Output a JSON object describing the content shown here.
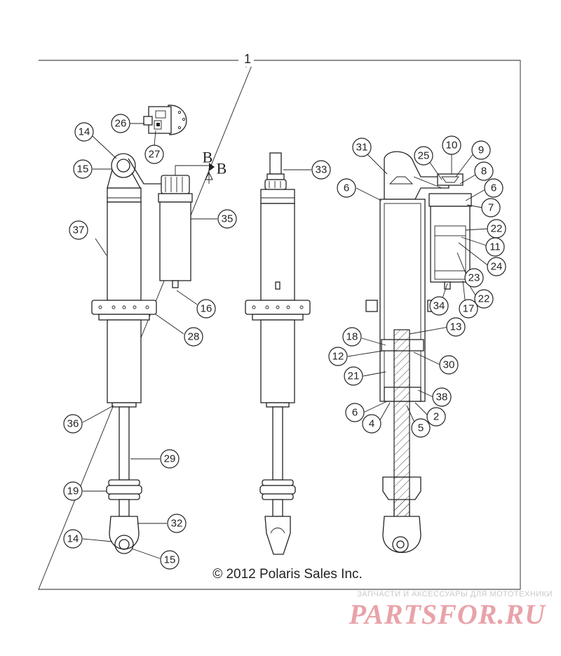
{
  "diagram": {
    "assembly_number": "1",
    "copyright": "© 2012 Polaris Sales Inc.",
    "view_marker": "B",
    "watermark": {
      "tagline": "ЗАПЧАСТИ И АКСЕССУАРЫ ДЛЯ МОТОТЕХНИКИ",
      "brand": "PARTSFOR.RU"
    },
    "callouts": [
      {
        "id": "c26",
        "label": "26"
      },
      {
        "id": "c27",
        "label": "27"
      },
      {
        "id": "c14a",
        "label": "14"
      },
      {
        "id": "c15a",
        "label": "15"
      },
      {
        "id": "c37",
        "label": "37"
      },
      {
        "id": "c35",
        "label": "35"
      },
      {
        "id": "c16",
        "label": "16"
      },
      {
        "id": "c28",
        "label": "28"
      },
      {
        "id": "c36",
        "label": "36"
      },
      {
        "id": "c29",
        "label": "29"
      },
      {
        "id": "c19",
        "label": "19"
      },
      {
        "id": "c32",
        "label": "32"
      },
      {
        "id": "c14b",
        "label": "14"
      },
      {
        "id": "c15b",
        "label": "15"
      },
      {
        "id": "c33",
        "label": "33"
      },
      {
        "id": "c31",
        "label": "31"
      },
      {
        "id": "c25",
        "label": "25"
      },
      {
        "id": "c10",
        "label": "10"
      },
      {
        "id": "c9",
        "label": "9"
      },
      {
        "id": "c8",
        "label": "8"
      },
      {
        "id": "c6a",
        "label": "6"
      },
      {
        "id": "c6b",
        "label": "6"
      },
      {
        "id": "c7",
        "label": "7"
      },
      {
        "id": "c22a",
        "label": "22"
      },
      {
        "id": "c11",
        "label": "11"
      },
      {
        "id": "c24",
        "label": "24"
      },
      {
        "id": "c23",
        "label": "23"
      },
      {
        "id": "c22b",
        "label": "22"
      },
      {
        "id": "c34",
        "label": "34"
      },
      {
        "id": "c17",
        "label": "17"
      },
      {
        "id": "c13",
        "label": "13"
      },
      {
        "id": "c18",
        "label": "18"
      },
      {
        "id": "c12",
        "label": "12"
      },
      {
        "id": "c30",
        "label": "30"
      },
      {
        "id": "c21",
        "label": "21"
      },
      {
        "id": "c38",
        "label": "38"
      },
      {
        "id": "c6c",
        "label": "6"
      },
      {
        "id": "c2",
        "label": "2"
      },
      {
        "id": "c4",
        "label": "4"
      },
      {
        "id": "c5",
        "label": "5"
      }
    ]
  }
}
